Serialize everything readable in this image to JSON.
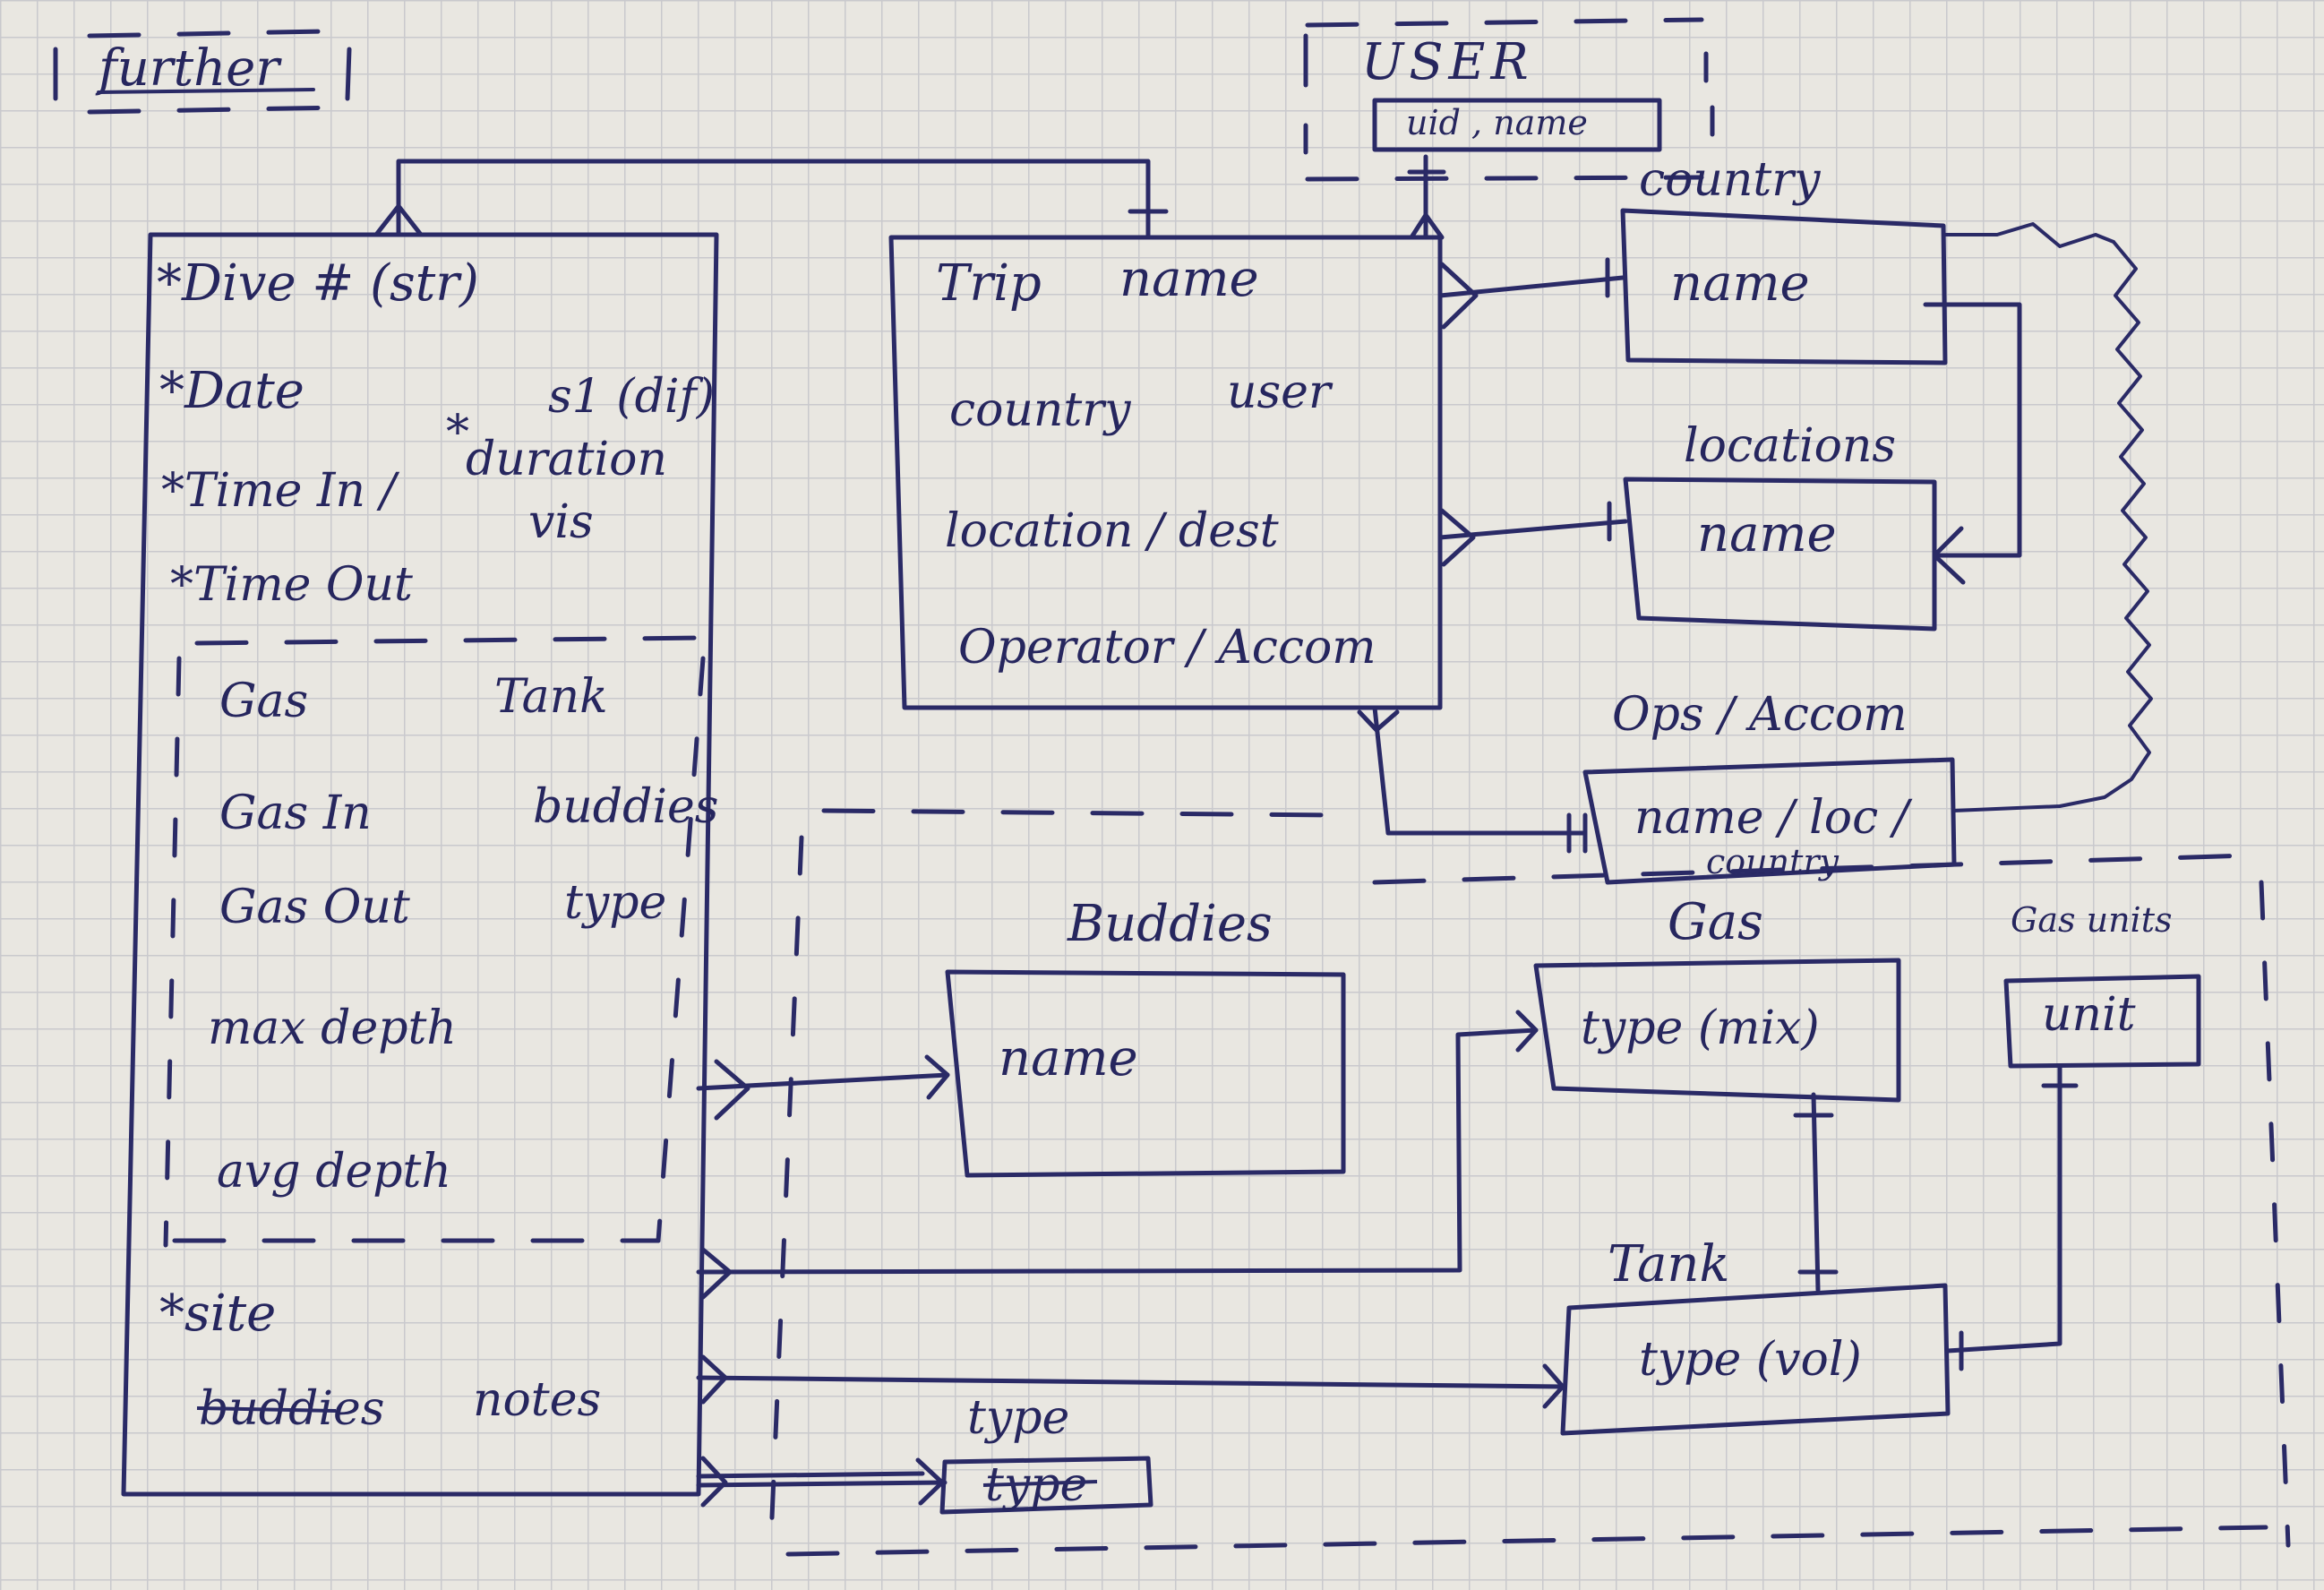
{
  "header_note": "further",
  "user": {
    "title": "USER",
    "fields": "uid , name"
  },
  "dive": {
    "fields": [
      "*Dive # (str)",
      "*Date",
      "s1 (dif)",
      "*Time In /",
      "*",
      "duration",
      "vis",
      "*Time Out",
      "Gas",
      "Tank",
      "Gas In",
      "buddies",
      "Gas Out",
      "type",
      "max depth",
      "avg depth",
      "*site",
      "buddies",
      "notes"
    ]
  },
  "trip": {
    "fields": [
      "Trip",
      "name",
      "country",
      "user",
      "location / dest",
      "Operator / Accom"
    ]
  },
  "country": {
    "title": "country",
    "field": "name"
  },
  "locations": {
    "title": "locations",
    "field": "name"
  },
  "ops": {
    "title": "Ops / Accom",
    "field": "name / loc /",
    "field2": "country"
  },
  "buddies": {
    "title": "Buddies",
    "field": "name"
  },
  "gas": {
    "title": "Gas",
    "field": "type (mix)"
  },
  "gas_units": {
    "title": "Gas units",
    "field": "unit"
  },
  "tank": {
    "title": "Tank",
    "field": "type (vol)"
  },
  "dive_type": {
    "title": "type",
    "field": "type"
  }
}
